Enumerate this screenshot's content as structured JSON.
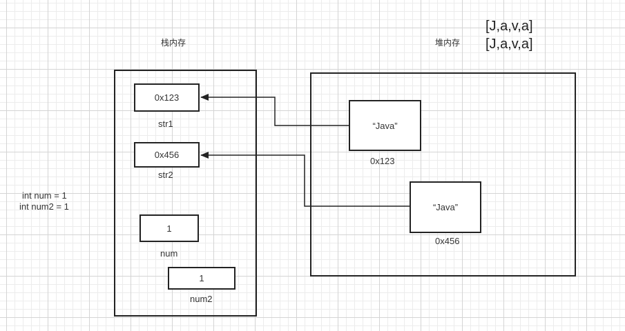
{
  "stack": {
    "title": "栈内存",
    "cells": [
      {
        "value": "0x123",
        "label": "str1"
      },
      {
        "value": "0x456",
        "label": "str2"
      },
      {
        "value": "1",
        "label": "num"
      },
      {
        "value": "1",
        "label": "num2"
      }
    ]
  },
  "heap": {
    "title": "堆内存",
    "objects": [
      {
        "value": "“Java”",
        "address": "0x123"
      },
      {
        "value": "“Java”",
        "address": "0x456"
      }
    ]
  },
  "notes": {
    "line1": "int num = 1",
    "line2": "int num2 = 1"
  },
  "arrays": {
    "line1": "[J,a,v,a]",
    "line2": "[J,a,v,a]"
  },
  "colors": {
    "stroke": "#222222",
    "grid": "#d4d4d4"
  }
}
